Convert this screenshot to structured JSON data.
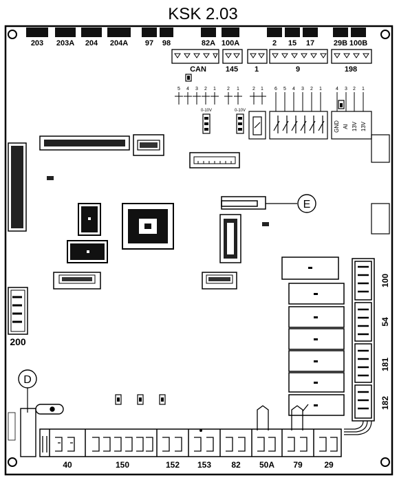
{
  "title": "KSK 2.03",
  "top_connectors": [
    "203",
    "203A",
    "204",
    "204A",
    "97",
    "98",
    "82A",
    "100A",
    "2",
    "15",
    "17",
    "29B",
    "100B"
  ],
  "header_labels": {
    "can": "CAN",
    "c145": "145",
    "c1": "1",
    "c9": "9",
    "c198": "198"
  },
  "pin_labels": {
    "can": [
      "5",
      "4",
      "3",
      "2",
      "1"
    ],
    "c145": [
      "2",
      "1"
    ],
    "c1": [
      "2",
      "1"
    ],
    "c9": [
      "6",
      "5",
      "4",
      "3",
      "2",
      "1"
    ],
    "c198": [
      "4",
      "3",
      "2",
      "1"
    ]
  },
  "terminal_labels": [
    "GND",
    "AI",
    "13V",
    "13V"
  ],
  "voltage_label": "0-10V",
  "right_connectors": [
    "100",
    "54",
    "181",
    "182"
  ],
  "left_connector": "200",
  "bottom_connectors": [
    "40",
    "150",
    "152",
    "153",
    "82",
    "50A",
    "79",
    "29"
  ],
  "callouts": {
    "d": "D",
    "e": "E"
  }
}
